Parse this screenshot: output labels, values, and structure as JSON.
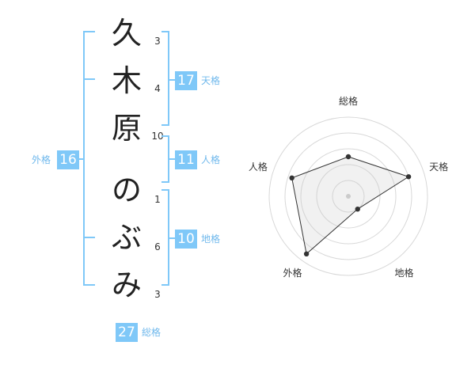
{
  "name_chars": [
    "久",
    "木",
    "原",
    "の",
    "ぶ",
    "み"
  ],
  "strokes": [
    "3",
    "4",
    "10",
    "1",
    "6",
    "3"
  ],
  "tenkaku": {
    "value": "17",
    "label": "天格"
  },
  "jinkaku": {
    "value": "11",
    "label": "人格"
  },
  "chikaku": {
    "value": "10",
    "label": "地格"
  },
  "gaikaku": {
    "value": "16",
    "label": "外格"
  },
  "soukaku": {
    "value": "27",
    "label": "総格"
  },
  "colors": {
    "accent": "#7fc8f8",
    "bracket": "#7fc8f8",
    "text": "#222222"
  },
  "chart_data": {
    "type": "radar",
    "axes": [
      "総格",
      "天格",
      "地格",
      "外格",
      "人格"
    ],
    "values": [
      0.5,
      0.8,
      0.2,
      0.9,
      0.75
    ],
    "max": 1,
    "rings": 5
  }
}
